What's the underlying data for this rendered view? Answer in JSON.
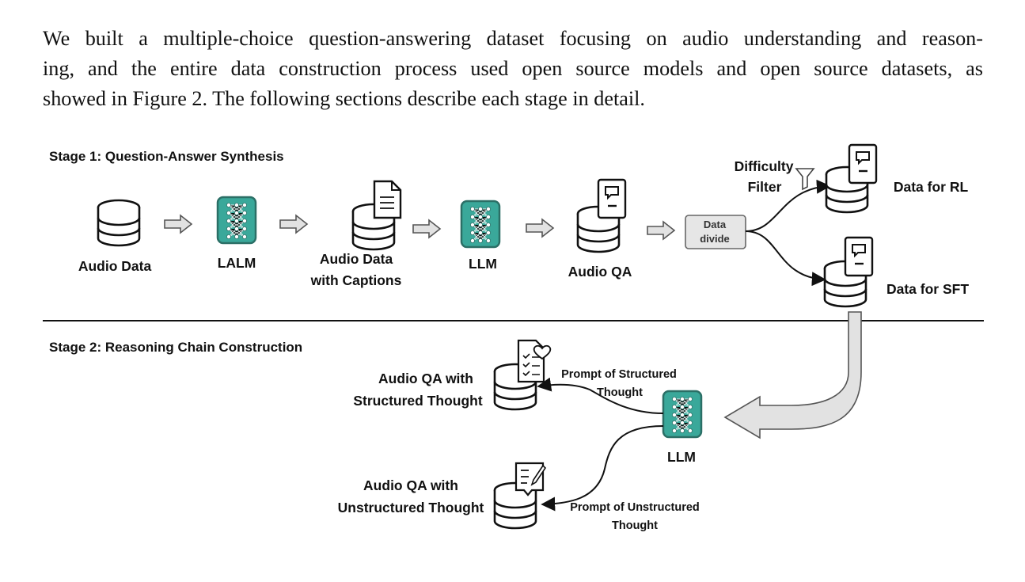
{
  "paragraph": {
    "line1": "We built a multiple-choice question-answering dataset focusing on audio understanding and reason-",
    "line2": "ing, and the entire data construction process used open source models and open source datasets, as",
    "line3": "showed in Figure 2. The following sections describe each stage in detail."
  },
  "figure": {
    "stage1_title": "Stage 1: Question-Answer Synthesis",
    "stage2_title": "Stage 2: Reasoning Chain Construction",
    "audio_data": "Audio Data",
    "lalm": "LALM",
    "audio_captions_1": "Audio Data",
    "audio_captions_2": "with Captions",
    "llm_1": "LLM",
    "audio_qa": "Audio QA",
    "data_divide_1": "Data",
    "data_divide_2": "divide",
    "difficulty_1": "Difficulty",
    "difficulty_2": "Filter",
    "data_rl": "Data for RL",
    "data_sft": "Data for SFT",
    "llm_2": "LLM",
    "structured_1": "Audio QA with",
    "structured_2": "Structured Thought",
    "unstructured_1": "Audio QA with",
    "unstructured_2": "Unstructured Thought",
    "prompt_structured_1": "Prompt of Structured",
    "prompt_structured_2": "Thought",
    "prompt_unstructured_1": "Prompt of Unstructured",
    "prompt_unstructured_2": "Thought"
  },
  "colors": {
    "model_teal": "#3aa89a",
    "model_border": "#2b6f66",
    "arrow_fill": "#e2e2e2",
    "divide_box_fill": "#e6e6e6"
  }
}
